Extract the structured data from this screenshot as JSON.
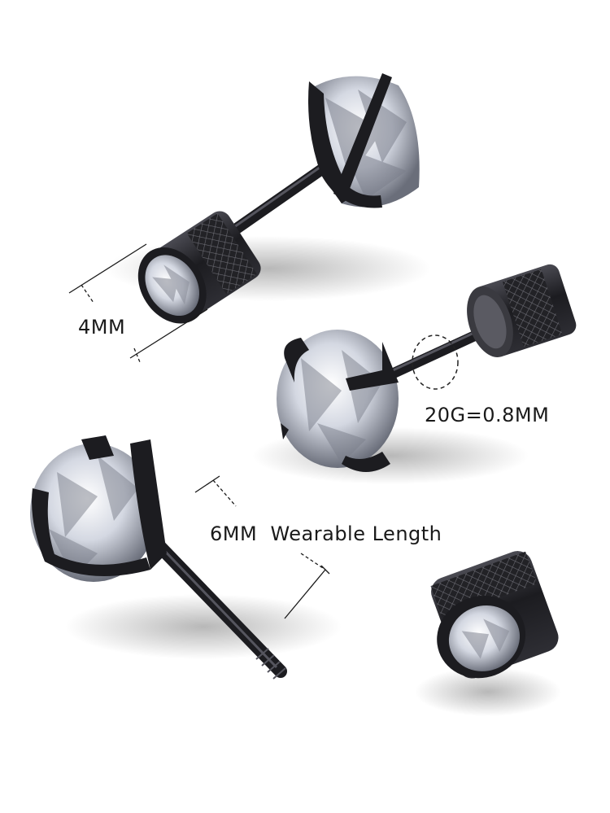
{
  "image": {
    "description": "Product photo of black stud earrings with clear cubic zirconia stones and screw-back ball backs, annotated with dimensions",
    "background": "#ffffff",
    "colors": {
      "metal": "#1c1c20",
      "metal_highlight": "#4a4a52",
      "stone_light": "#f2f4f8",
      "stone_mid": "#b8bcc8",
      "stone_dark": "#5a5e6a",
      "annotation": "#1a1a1a"
    }
  },
  "labels": {
    "back_diameter": "4MM",
    "gauge": "20G=0.8MM",
    "wearable_length": "6MM  Wearable Length"
  },
  "objects": [
    {
      "name": "earring-top-assembled",
      "type": "stud with screw back"
    },
    {
      "name": "earring-middle-assembled",
      "type": "stud with screw back"
    },
    {
      "name": "earring-bottom-stud",
      "type": "stud with threaded post"
    },
    {
      "name": "screw-back-separate",
      "type": "ball back with stone"
    }
  ]
}
